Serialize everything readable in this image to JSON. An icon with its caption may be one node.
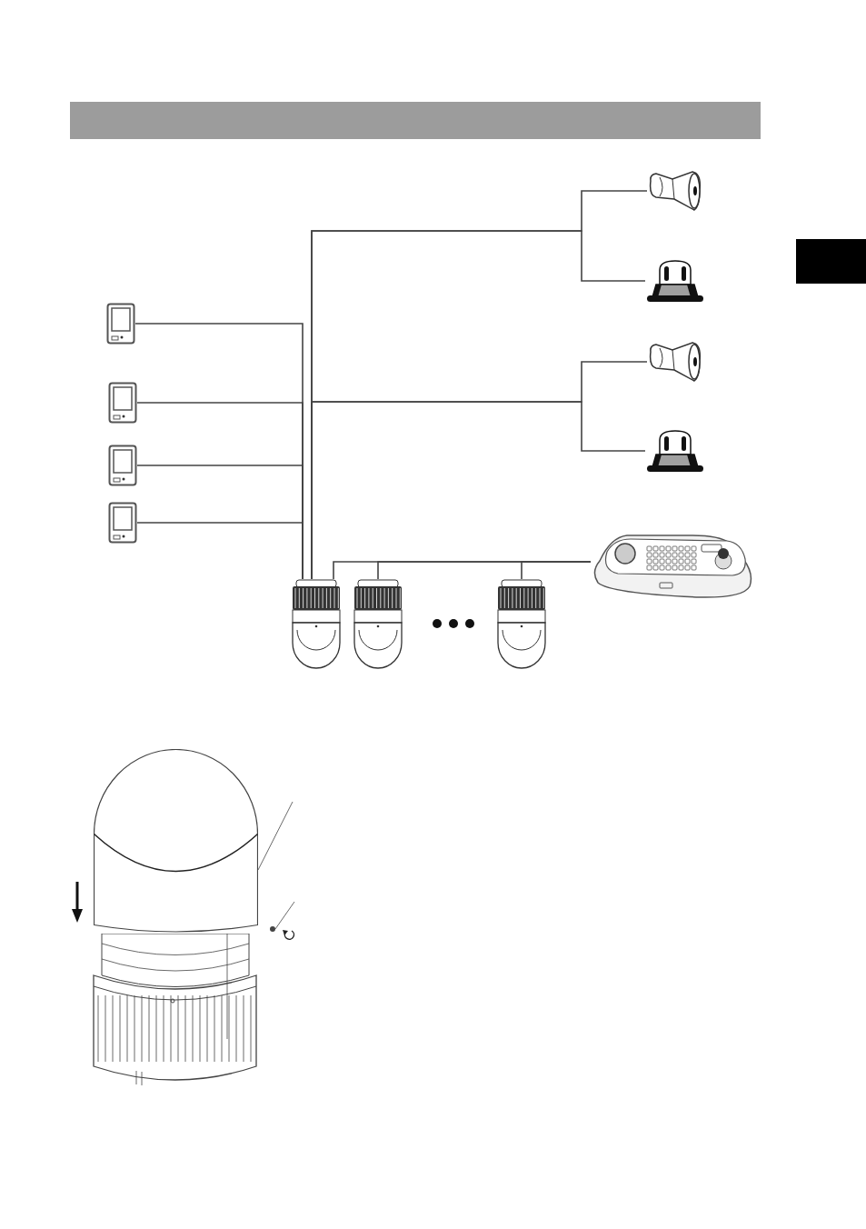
{
  "diagram": {
    "nodes": [
      {
        "text": [],
        "shape": "picture"
      },
      {
        "text": [],
        "shape": "picture"
      },
      {
        "text": [],
        "shape": "picture"
      },
      {
        "text": [],
        "shape": "picture"
      },
      {
        "text": [],
        "shape": "picture"
      },
      {
        "text": [],
        "shape": "picture"
      },
      {
        "text": [],
        "shape": "picture"
      },
      {
        "text": [],
        "shape": "picture"
      },
      {
        "text": [],
        "shape": "picture"
      },
      {
        "text": [],
        "shape": "picture"
      },
      {
        "text": [],
        "shape": "picture"
      },
      {
        "text": [],
        "shape": "picture"
      },
      {
        "text": [],
        "shape": "picture"
      },
      {
        "text": [],
        "shape": "cylinder"
      },
      {
        "text": [],
        "shape": "circle"
      }
    ],
    "edges": [
      {
        "from": 0,
        "to": 9,
        "arrow": "none"
      },
      {
        "from": 1,
        "to": 9,
        "arrow": "none"
      },
      {
        "from": 2,
        "to": 9,
        "arrow": "none"
      },
      {
        "from": 3,
        "to": 9,
        "arrow": "none"
      },
      {
        "from": 9,
        "to": 4,
        "arrow": "none"
      },
      {
        "from": 9,
        "to": 5,
        "arrow": "none"
      },
      {
        "from": 9,
        "to": 6,
        "arrow": "none"
      },
      {
        "from": 9,
        "to": 7,
        "arrow": "none"
      },
      {
        "from": 8,
        "to": 9,
        "arrow": "none"
      },
      {
        "from": 8,
        "to": 10,
        "arrow": "none"
      },
      {
        "from": 8,
        "to": 11,
        "arrow": "none"
      },
      {
        "from": null,
        "to": 13,
        "arrow": "none"
      },
      {
        "from": null,
        "to": 14,
        "arrow": "none"
      }
    ]
  }
}
